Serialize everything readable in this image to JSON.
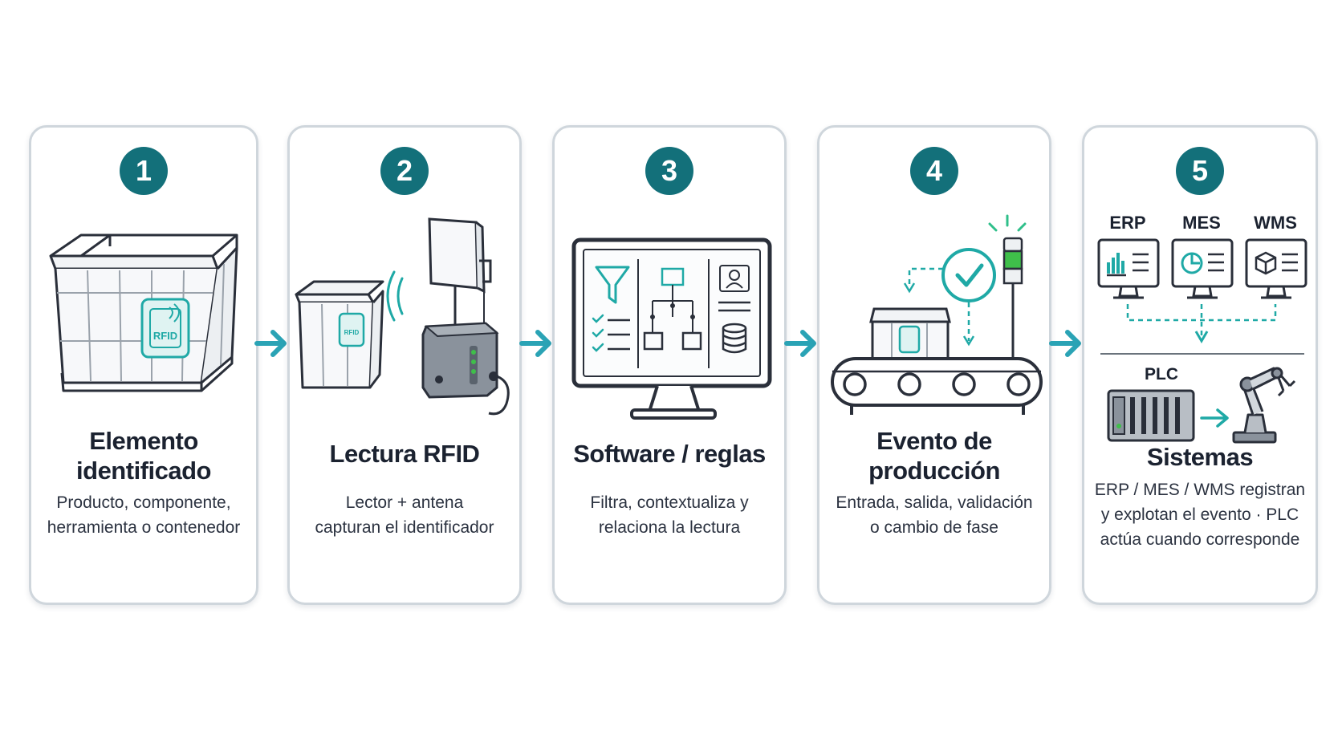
{
  "steps": [
    {
      "number": "1",
      "title_lines": [
        "Elemento",
        "identificado"
      ],
      "desc_lines": [
        "Producto, componente,",
        "herramienta o contenedor"
      ],
      "tag_label": "RFID"
    },
    {
      "number": "2",
      "title_lines": [
        "Lectura RFID"
      ],
      "desc_lines": [
        "Lector + antena",
        "capturan el identificador"
      ]
    },
    {
      "number": "3",
      "title_lines": [
        "Software / reglas"
      ],
      "desc_lines": [
        "Filtra, contextualiza y",
        "relaciona la lectura"
      ]
    },
    {
      "number": "4",
      "title_lines": [
        "Evento de",
        "producción"
      ],
      "desc_lines": [
        "Entrada, salida, validación",
        "o cambio de fase"
      ]
    },
    {
      "number": "5",
      "title_lines": [
        "Sistemas"
      ],
      "desc_lines": [
        "ERP / MES / WMS registran",
        "y explotan el evento · PLC",
        "actúa cuando corresponde"
      ],
      "systems": [
        "ERP",
        "MES",
        "WMS"
      ],
      "plc_label": "PLC"
    }
  ],
  "colors": {
    "accent": "#13707a",
    "arrow": "#2aa3b5",
    "teal_tag": "#1fa9a6",
    "outline": "#2a2f3a",
    "card_border": "#cfd6dc",
    "green_light": "#3fbf4a"
  },
  "icons": [
    "rfid-crate",
    "rfid-antenna",
    "rfid-reader",
    "monitor",
    "filter-icon",
    "checklist-icon",
    "flowchart-icon",
    "user-icon",
    "database-icon",
    "conveyor",
    "check-circle-icon",
    "signal-light",
    "erp-monitor",
    "mes-monitor",
    "wms-monitor",
    "plc-rack",
    "robot-arm"
  ]
}
